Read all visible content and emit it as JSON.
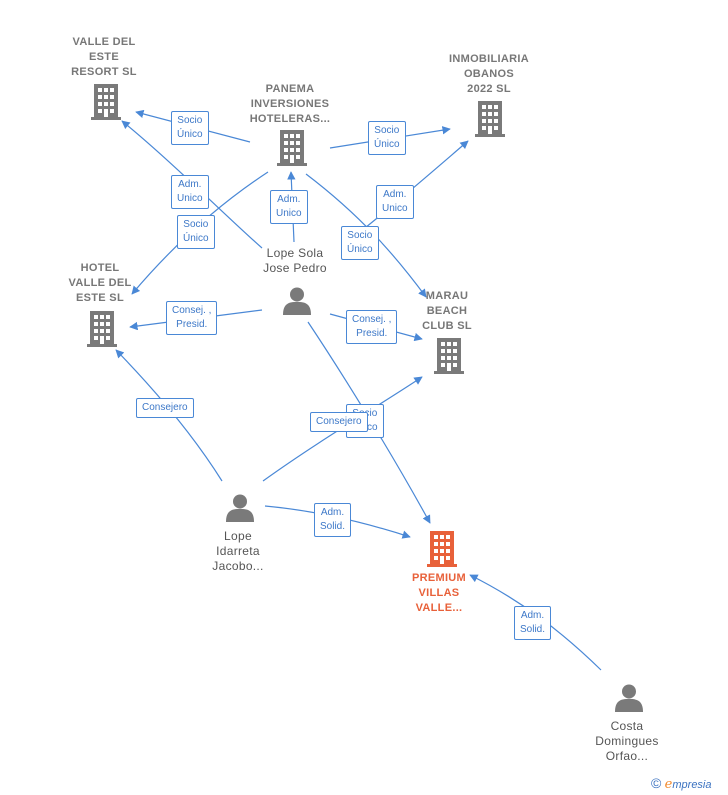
{
  "colors": {
    "edge": "#4a88d6",
    "node_icon": "#7a7a7a",
    "main_company": "#e8613a"
  },
  "nodes": [
    {
      "id": "valle-resort",
      "kind": "company",
      "icon": "building-icon",
      "label": [
        "VALLE DEL",
        "ESTE",
        "RESORT SL"
      ]
    },
    {
      "id": "panema",
      "kind": "company",
      "icon": "building-icon",
      "label": [
        "PANEMA",
        "INVERSIONES",
        "HOTELERAS..."
      ]
    },
    {
      "id": "obanos",
      "kind": "company",
      "icon": "building-icon",
      "label": [
        "INMOBILIARIA",
        "OBANOS",
        "2022  SL"
      ]
    },
    {
      "id": "hotel-valle",
      "kind": "company",
      "icon": "building-icon",
      "label": [
        "HOTEL",
        "VALLE DEL",
        "ESTE  SL"
      ]
    },
    {
      "id": "marau",
      "kind": "company",
      "icon": "building-icon",
      "label": [
        "MARAU",
        "BEACH",
        "CLUB  SL"
      ]
    },
    {
      "id": "premium",
      "kind": "main",
      "icon": "building-icon",
      "label": [
        "PREMIUM",
        "VILLAS",
        "VALLE..."
      ]
    },
    {
      "id": "lope-sola",
      "kind": "person",
      "icon": "person-icon",
      "label": [
        "Lope Sola",
        "Jose Pedro"
      ]
    },
    {
      "id": "lope-idarreta",
      "kind": "person",
      "icon": "person-icon",
      "label": [
        "Lope",
        "Idarreta",
        "Jacobo..."
      ]
    },
    {
      "id": "costa",
      "kind": "person",
      "icon": "person-icon",
      "label": [
        "Costa",
        "Domingues",
        "Orfao..."
      ]
    }
  ],
  "edges": [
    {
      "id": "e1",
      "label": [
        "Socio",
        "Único"
      ]
    },
    {
      "id": "e2",
      "label": [
        "Socio",
        "Único"
      ]
    },
    {
      "id": "e3",
      "label": [
        "Adm.",
        "Unico"
      ]
    },
    {
      "id": "e4",
      "label": [
        "Socio",
        "Único"
      ]
    },
    {
      "id": "e5",
      "label": [
        "Adm.",
        "Unico"
      ]
    },
    {
      "id": "e6",
      "label": [
        "Adm.",
        "Unico"
      ]
    },
    {
      "id": "e7",
      "label": [
        "Socio",
        "Único"
      ]
    },
    {
      "id": "e8",
      "label": [
        "Consej. ,",
        "Presid."
      ]
    },
    {
      "id": "e9",
      "label": [
        "Consej. ,",
        "Presid."
      ]
    },
    {
      "id": "e10",
      "label": [
        "Socio",
        "Único"
      ]
    },
    {
      "id": "e11",
      "label": [
        "Consejero"
      ]
    },
    {
      "id": "e12",
      "label": [
        "Consejero"
      ]
    },
    {
      "id": "e13",
      "label": [
        "Adm.",
        "Solid."
      ]
    },
    {
      "id": "e14",
      "label": [
        "Adm.",
        "Solid."
      ]
    }
  ],
  "brand": {
    "copyright": "©",
    "e": "e",
    "rest": "mpresia"
  }
}
